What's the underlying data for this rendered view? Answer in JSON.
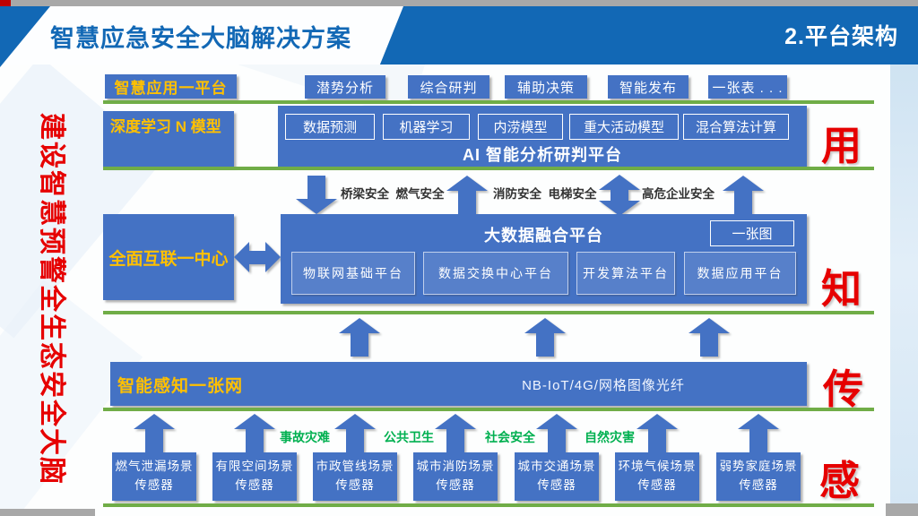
{
  "header": {
    "title": "智慧应急安全大脑解决方案",
    "section_label": "2.平台架构"
  },
  "slogan_vertical": "建设智慧预警全生态安全大脑",
  "app_layer": {
    "label": "智慧应用一平台",
    "buttons": [
      "潜势分析",
      "综合研判",
      "辅助决策",
      "智能发布",
      "一张表 . . ."
    ]
  },
  "model_layer": {
    "label": "深度学习 N 模型",
    "models": [
      "数据预测",
      "机器学习",
      "内涝模型",
      "重大活动模型",
      "混合算法计算"
    ],
    "platform": "AI 智能分析研判平台",
    "side_char": "用"
  },
  "domain_arrows": {
    "labels": [
      "桥梁安全  燃气安全",
      "消防安全  电梯安全",
      "高危企业安全"
    ]
  },
  "fusion_layer": {
    "label": "全面互联一中心",
    "title": "大数据融合平台",
    "corner_box": "一张图",
    "platforms": [
      "物联网基础平台",
      "数据交换中心平台",
      "开发算法平台",
      "数据应用平台"
    ],
    "side_char": "知"
  },
  "network_layer": {
    "label": "智能感知一张网",
    "network": "NB-IoT/4G/网格图像光纤",
    "side_char": "传"
  },
  "sensing_layer": {
    "categories": [
      "事故灾难",
      "公共卫生",
      "社会安全",
      "自然灾害"
    ],
    "sensors": [
      "燃气泄漏场景传感器",
      "有限空间场景传感器",
      "市政管线场景传感器",
      "城市消防场景传感器",
      "城市交通场景传感器",
      "环境气候场景传感器",
      "弱势家庭场景传感器"
    ],
    "side_char": "感"
  },
  "colors": {
    "box_blue": "#4472c4",
    "header_blue": "#1268b5",
    "accent_yellow": "#ffc000",
    "separator_green": "#70ad47",
    "category_green": "#00b050",
    "accent_red": "#e60000",
    "strip_gray": "#a8a8a8"
  }
}
